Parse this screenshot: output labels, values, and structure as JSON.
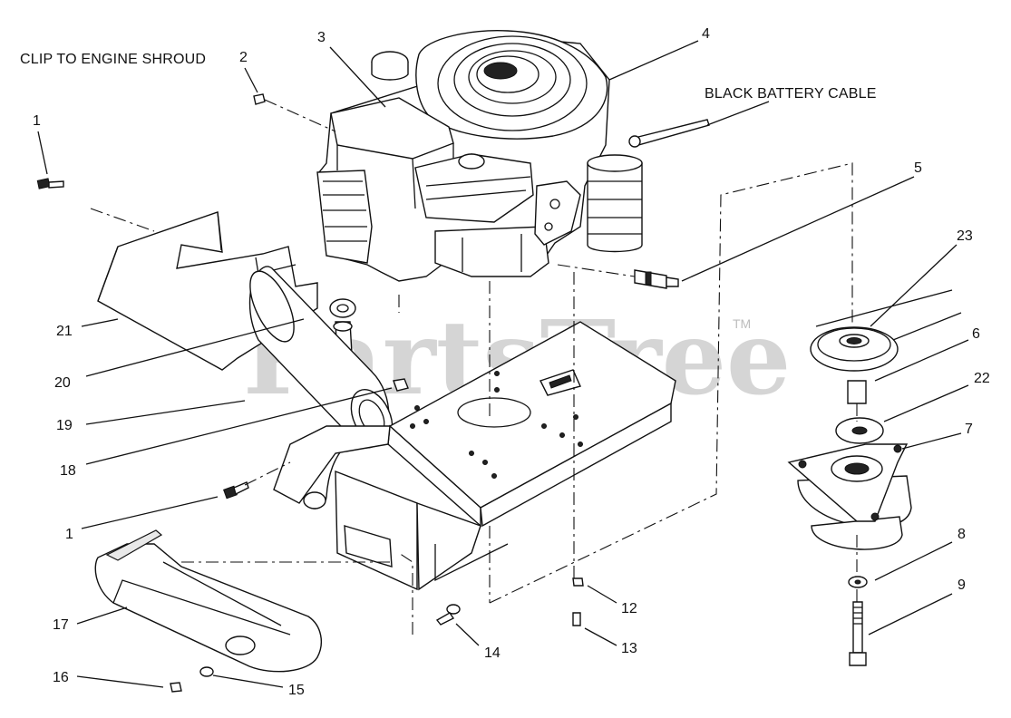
{
  "watermark": {
    "text": "PartsTree",
    "trademark": "TM"
  },
  "captions": {
    "clip_to_engine_shroud": "CLIP TO ENGINE SHROUD",
    "black_battery_cable": "BLACK BATTERY CABLE"
  },
  "callouts": {
    "c1_top": "1",
    "c2": "2",
    "c3": "3",
    "c4": "4",
    "c5": "5",
    "c23": "23",
    "c6": "6",
    "c22": "22",
    "c7": "7",
    "c21": "21",
    "c20": "20",
    "c19": "19",
    "c18": "18",
    "c1_bottom": "1",
    "c17": "17",
    "c16": "16",
    "c15": "15",
    "c14": "14",
    "c13": "13",
    "c12": "12",
    "c8": "8",
    "c9": "9"
  }
}
